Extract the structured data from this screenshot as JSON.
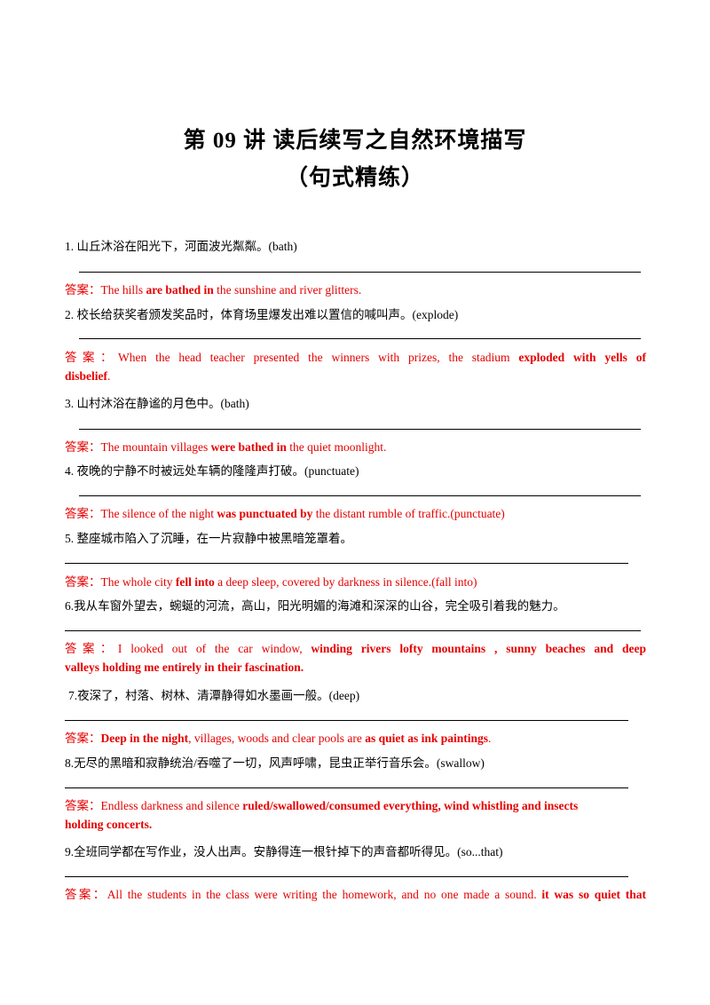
{
  "title": "第 09 讲   读后续写之自然环境描写",
  "subtitle": "（句式精练）",
  "answer_label": "答案：",
  "q1": "1.  山丘沐浴在阳光下，河面波光粼粼。(bath)",
  "a1": {
    "p1": "The hills ",
    "b1": "are bathed in",
    "p2": " the sunshine and river glitters."
  },
  "q2": "2.  校长给获奖者颁发奖品时，体育场里爆发出难以置信的喊叫声。(explode)",
  "a2": {
    "line1_p1": "When the head teacher presented the winners with prizes, the stadium ",
    "line1_b1": "exploded with yells of",
    "line2_b1": "disbelief",
    "line2_p1": "."
  },
  "q3": "3.  山村沐浴在静谧的月色中。(bath)",
  "a3": {
    "p1": "The mountain villages ",
    "b1": "were bathed in",
    "p2": " the quiet moonlight."
  },
  "q4": "4.  夜晚的宁静不时被远处车辆的隆隆声打破。(punctuate)",
  "a4": {
    "p1": "The silence of the night ",
    "b1": "was punctuated by",
    "p2": " the distant rumble of  traffic.(punctuate)"
  },
  "q5": "5.  整座城市陷入了沉睡，在一片寂静中被黑暗笼罩着。",
  "a5": {
    "p1": "The whole city ",
    "b1": "fell into",
    "p2": " a deep sleep, covered by darkness in silence.(fall  into)"
  },
  "q6": "6.我从车窗外望去，蜿蜒的河流，高山，阳光明媚的海滩和深深的山谷，完全吸引着我的魅力。",
  "a6": {
    "line1_p1": "I looked out of the car window, ",
    "line1_b1": "winding rivers lofty mountains , sunny beaches and deep",
    "line2_b1": "valleys holding me entirely in their fascination."
  },
  "q7": "7.夜深了，村落、树林、清潭静得如水墨画一般。(deep)",
  "a7": {
    "b1": "Deep in the night",
    "p1": ", villages, woods and clear pools are ",
    "b2": "as quiet as ink paintings",
    "p2": "."
  },
  "q8": "8.无尽的黑暗和寂静统治/吞噬了一切，风声呼啸，昆虫正举行音乐会。(swallow)",
  "a8": {
    "line1_p1": "Endless darkness and silence ",
    "line1_b1": "ruled/swallowed/consumed everything,  wind whistling and insects",
    "line2_b1": "holding concerts."
  },
  "q9": "9.全班同学都在写作业，没人出声。安静得连一根针掉下的声音都听得见。(so...that)",
  "a9": {
    "p1": "All the students in the class were writing the homework, and no one made a sound.  ",
    "b1": "it was so quiet that"
  }
}
